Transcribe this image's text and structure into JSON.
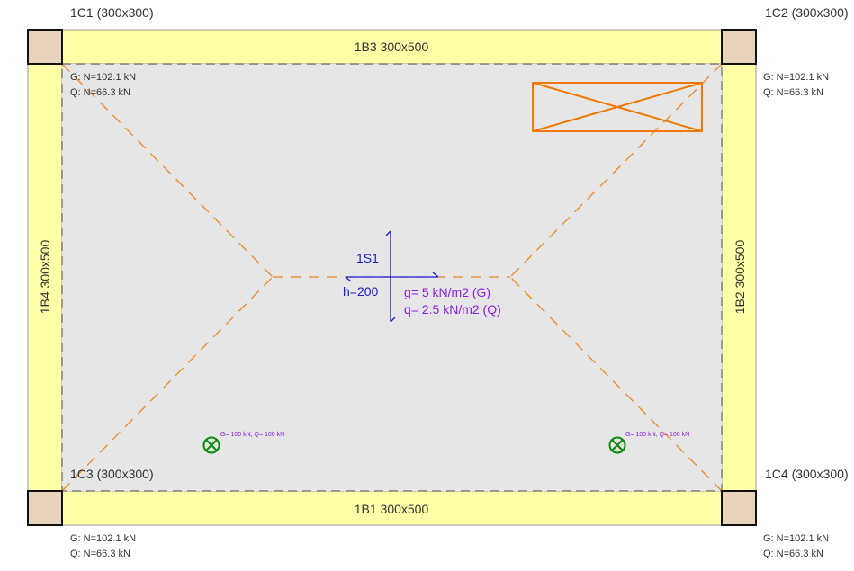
{
  "columns": [
    {
      "id": "1C1",
      "label": "1C1 (300x300)",
      "G": "G: N=102.1 kN",
      "Q": "Q: N=66.3 kN"
    },
    {
      "id": "1C2",
      "label": "1C2 (300x300)",
      "G": "G: N=102.1 kN",
      "Q": "Q: N=66.3 kN"
    },
    {
      "id": "1C3",
      "label": "1C3 (300x300)",
      "G": "G: N=102.1 kN",
      "Q": "Q: N=66.3 kN"
    },
    {
      "id": "1C4",
      "label": "1C4 (300x300)",
      "G": "G: N=102.1 kN",
      "Q": "Q: N=66.3 kN"
    }
  ],
  "beams": {
    "top": "1B3 300x500",
    "right": "1B2 300x500",
    "bottom": "1B1 300x500",
    "left": "1B4 300x500"
  },
  "slab": {
    "name": "1S1",
    "thickness": "h=200",
    "load_g": "g= 5 kN/m2 (G)",
    "load_q": "q= 2.5 kN/m2 (Q)"
  },
  "point_loads": [
    {
      "label": "G= 100 kN, Q= 100 kN"
    },
    {
      "label": "G= 100 kN, Q= 100 kN"
    }
  ],
  "colors": {
    "beam": "#ffffa8",
    "column": "#e8d4bc",
    "slab": "#e6e6e6",
    "yield_line": "#f08a24",
    "slab_axis": "#1a1adc",
    "load_text": "#8a1ee0",
    "point_load": "#0a8a0a"
  }
}
